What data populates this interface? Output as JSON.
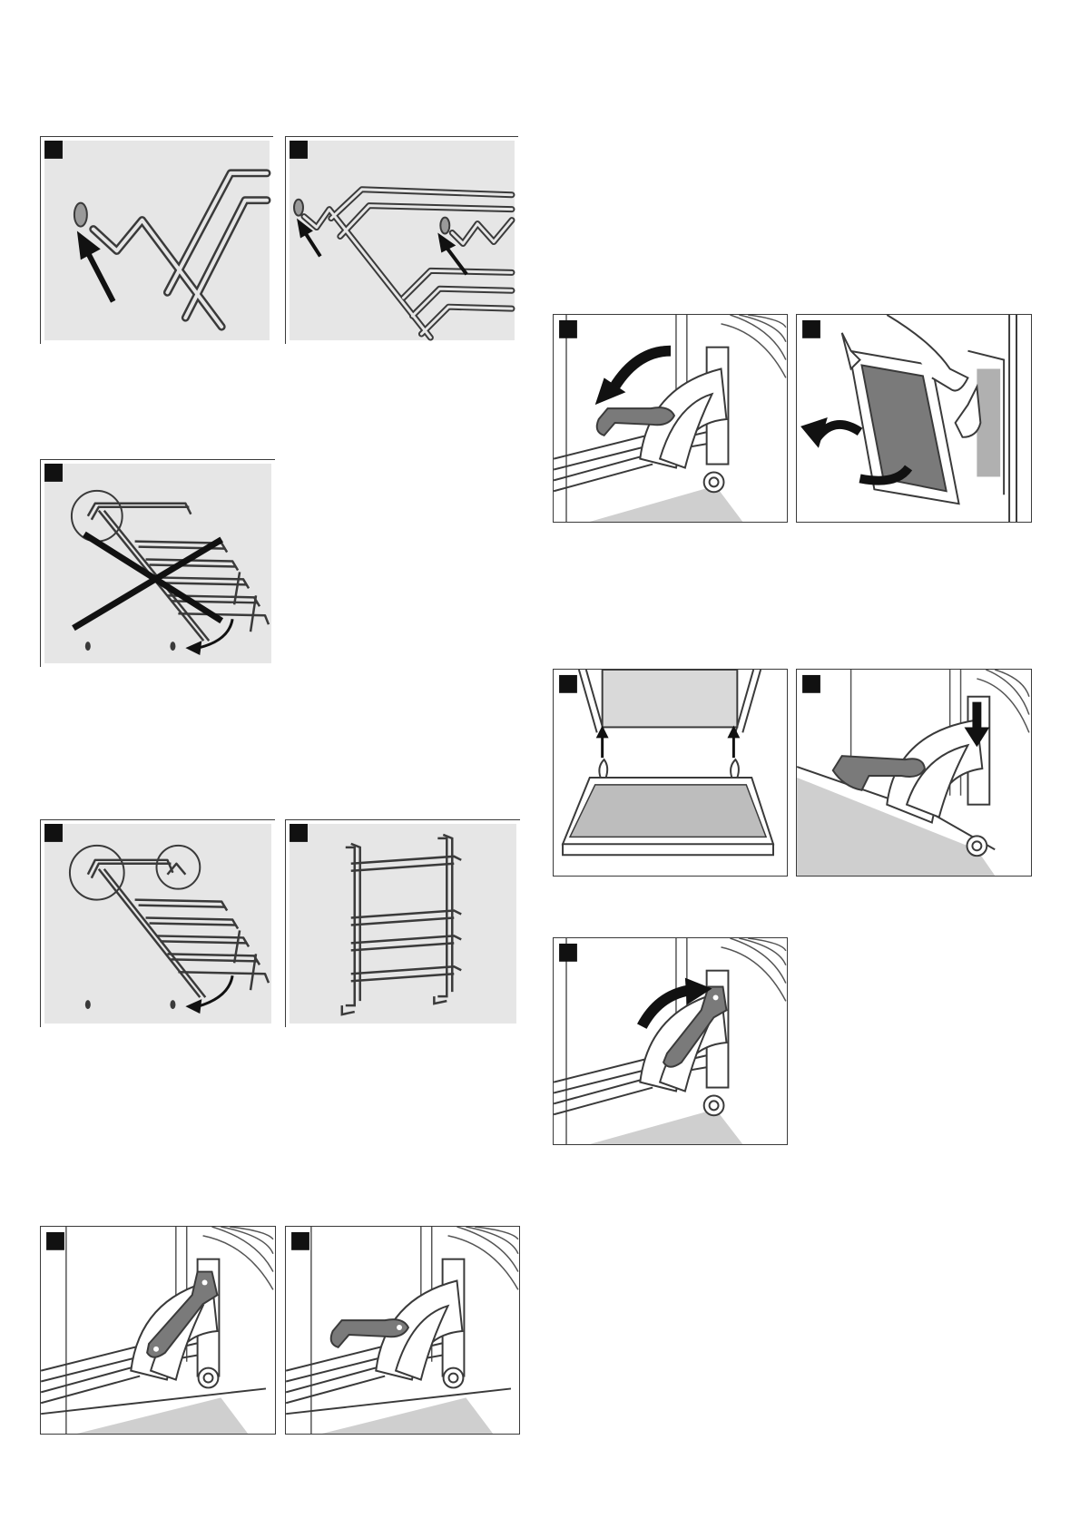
{
  "page": {
    "background": "#ffffff"
  },
  "colors": {
    "panel_fill": "#e6e6e6",
    "panel_border": "#3a3a3a",
    "line": "#3a3a3a",
    "accent_gray": "#7a7a7a",
    "floor_gray": "#cfcfcf",
    "badge": "#111111"
  },
  "figures": [
    {
      "subject": "shelf-rail-hook-insert",
      "icon": "rail-hook-arrow-icon"
    },
    {
      "subject": "shelf-rail-hooks-both-insert",
      "icon": "rail-hook-arrow-icon"
    },
    {
      "subject": "shelf-rail-wrong-position",
      "icon": "crossed-out-icon"
    },
    {
      "subject": "shelf-rail-correct-position",
      "icon": "circle-highlight-icon"
    },
    {
      "subject": "shelf-rail-front-view",
      "icon": "rail-icon"
    },
    {
      "subject": "hinge-lever-up",
      "icon": "hinge-icon"
    },
    {
      "subject": "hinge-lever-down",
      "icon": "hinge-icon"
    },
    {
      "subject": "hinge-lever-fold-down",
      "icon": "curved-arrow-icon"
    },
    {
      "subject": "door-lift-off",
      "icon": "hands-icon"
    },
    {
      "subject": "door-hinges-insert",
      "icon": "up-arrow-icon"
    },
    {
      "subject": "hinge-slot-insert",
      "icon": "down-arrow-icon"
    },
    {
      "subject": "hinge-lever-fold-up",
      "icon": "curved-arrow-icon"
    }
  ]
}
